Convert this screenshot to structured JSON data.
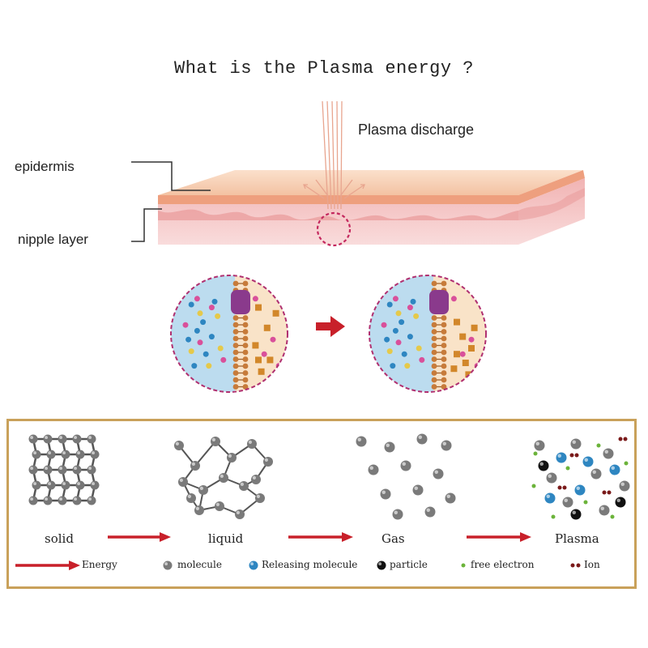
{
  "title": "What is the Plasma energy ?",
  "skin": {
    "discharge_label": "Plasma discharge",
    "epidermis_label": "epidermis",
    "nipple_label": "nipple layer"
  },
  "states": {
    "items": [
      {
        "label": "solid"
      },
      {
        "label": "liquid"
      },
      {
        "label": "Gas"
      },
      {
        "label": "Plasma"
      }
    ]
  },
  "legend": {
    "energy": "Energy",
    "molecule": "molecule",
    "releasing": "Releasing molecule",
    "particle": "particle",
    "free_electron": "free electron",
    "ion": "Ion"
  },
  "colors": {
    "arrow_red": "#c8202a",
    "skin_top": "#f6c9ad",
    "skin_edge": "#e99a7c",
    "dermis": "#f4c6c6",
    "frame_gold": "#c9a15a",
    "molecule_gray": "#8a8a8a",
    "releasing_blue": "#2e86c1"
  },
  "icons": [
    "right-arrow-icon",
    "molecule-icon",
    "releasing-molecule-icon",
    "particle-icon",
    "free-electron-icon",
    "ion-icon"
  ]
}
